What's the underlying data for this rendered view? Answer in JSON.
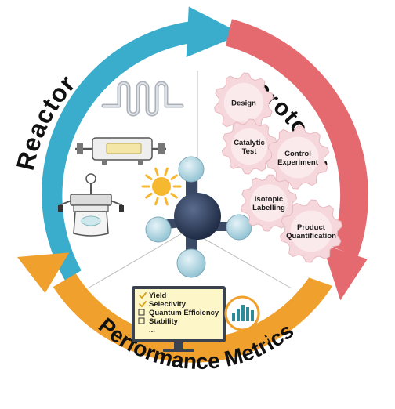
{
  "segments": {
    "reactor": "Reactor",
    "protocol": "Protocol",
    "performance": "Performance Metrics"
  },
  "protocol_steps": [
    [
      "Design"
    ],
    [
      "Catalytic",
      "Test"
    ],
    [
      "Control",
      "Experiment"
    ],
    [
      "Isotopic",
      "Labelling"
    ],
    [
      "Product",
      "Quantification"
    ]
  ],
  "metrics": [
    {
      "label": "Yield",
      "checked": true
    },
    {
      "label": "Selectivity",
      "checked": true
    },
    {
      "label": "Quantum Efficiency",
      "checked": false
    },
    {
      "label": "Stability",
      "checked": false
    },
    {
      "label": "...",
      "checked": null
    }
  ],
  "colors": {
    "reactor_arc": "#3aaccc",
    "protocol_arc": "#e46a70",
    "performance_arc": "#f0a02c",
    "gear": "#f6d8dc",
    "gear_stroke": "#e7b9bf",
    "molecule_center": "#2b3a55",
    "molecule_outer": "#b9dbe6",
    "sun": "#f5b82e",
    "screen": "#fdf6c8",
    "monitor": "#3a4250",
    "bars": "#2e8c9a"
  },
  "icons": [
    "flow-coil-icon",
    "tubular-reactor-icon",
    "batch-reactor-icon",
    "sun-icon",
    "methane-molecule-icon",
    "monitor-icon",
    "magnifier-chart-icon"
  ]
}
